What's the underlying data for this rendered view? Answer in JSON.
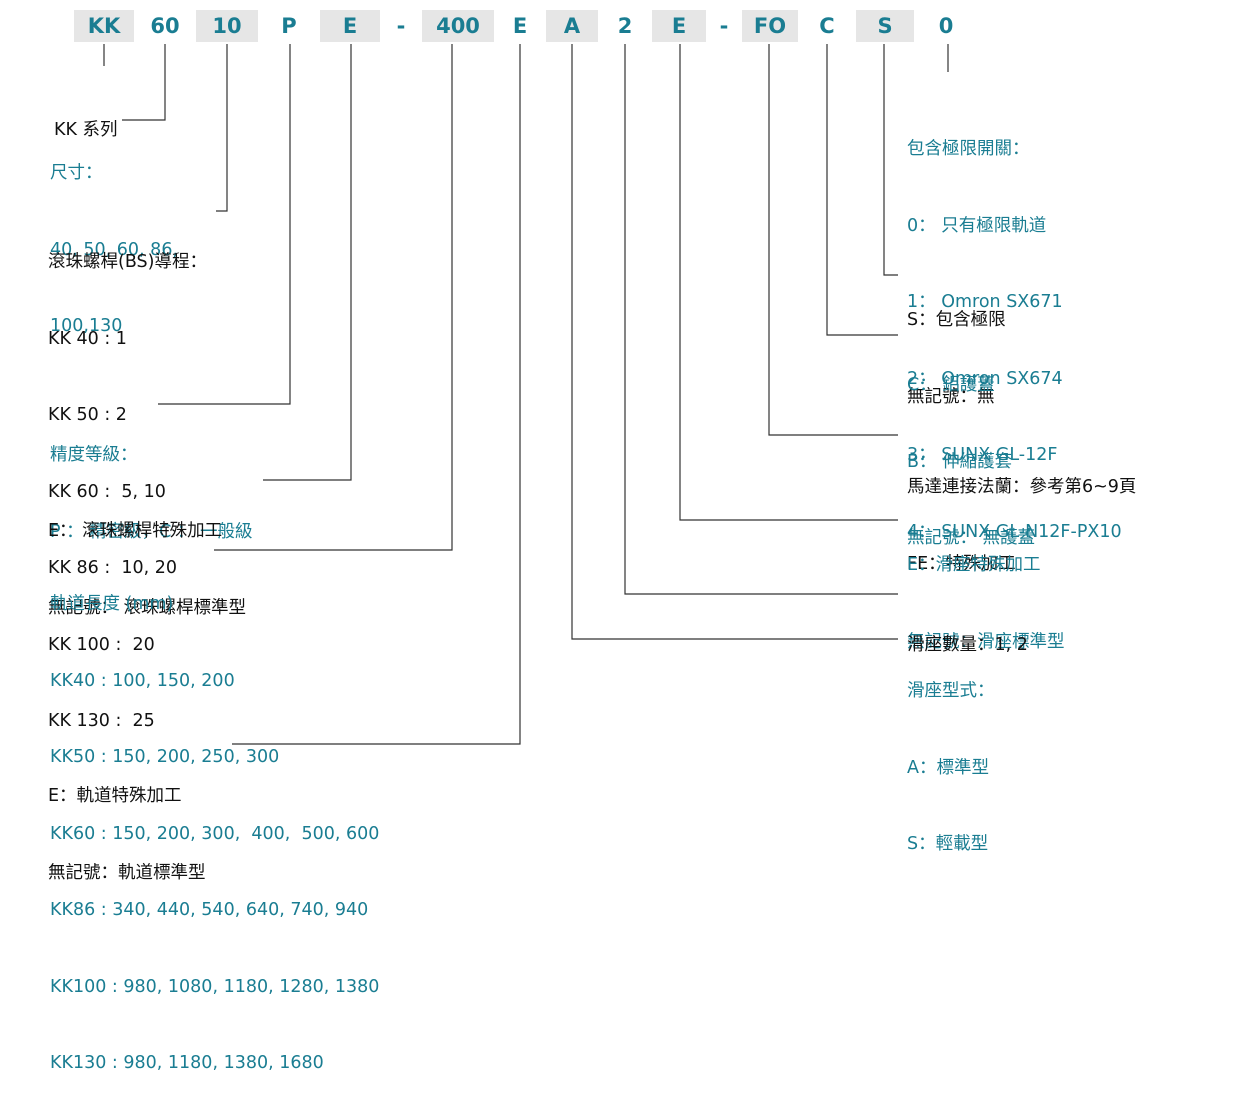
{
  "code": [
    "KK",
    "60",
    "10",
    "P",
    "E",
    "-",
    "400",
    "E",
    "A",
    "2",
    "E",
    "-",
    "FO",
    "C",
    "S",
    "0"
  ],
  "colors": {
    "accent": "#1a7d92",
    "text": "#111111",
    "band_light": "#e6e6e6",
    "line": "#333333"
  },
  "left": {
    "series": [
      "KK 系列"
    ],
    "size": [
      "尺寸：",
      "40, 50, 60, 86,",
      "100,130"
    ],
    "lead": [
      "滾珠螺桿(BS)導程：",
      "KK 40 : 1",
      "KK 50 : 2",
      "KK 60 :  5, 10",
      "KK 86 :  10, 20",
      "KK 100 :  20",
      "KK 130 :  25"
    ],
    "accuracy": [
      "精度等級：",
      "P ： 精密級，C ： 一般級"
    ],
    "bs_special": [
      "E： 滾珠螺桿特殊加工",
      "無記號： 滾珠螺桿標準型"
    ],
    "rail_length": [
      "軌道長度 (mm)",
      "KK40 : 100, 150, 200",
      "KK50 : 150, 200, 250, 300",
      "KK60 : 150, 200, 300,  400,  500, 600",
      "KK86 : 340, 440, 540, 640, 740, 940",
      "KK100 : 980, 1080, 1180, 1280, 1380",
      "KK130 : 980, 1180, 1380, 1680"
    ],
    "rail_special": [
      "E：軌道特殊加工",
      "無記號：軌道標準型"
    ]
  },
  "right": {
    "limit_switch": [
      "包含極限開關：",
      "0： 只有極限軌道",
      "1： Omron SX671",
      "2： Omron SX674",
      "3： SUNX GL-12F",
      "4： SUNX GL-N12F-PX10"
    ],
    "limit": [
      "S：包含極限",
      "無記號：無"
    ],
    "cover": [
      "C： 鋁護蓋",
      "B： 伸縮護套",
      "無記號： 無護蓋"
    ],
    "flange": [
      "馬達連接法蘭：參考第6~9頁",
      "FE：特殊加工"
    ],
    "block_special": [
      "E：滑座特殊加工",
      "無記號：滑座標準型"
    ],
    "block_qty": [
      "滑座數量：1, 2"
    ],
    "block_type": [
      "滑座型式：",
      "A：標準型",
      "S：輕載型"
    ]
  }
}
